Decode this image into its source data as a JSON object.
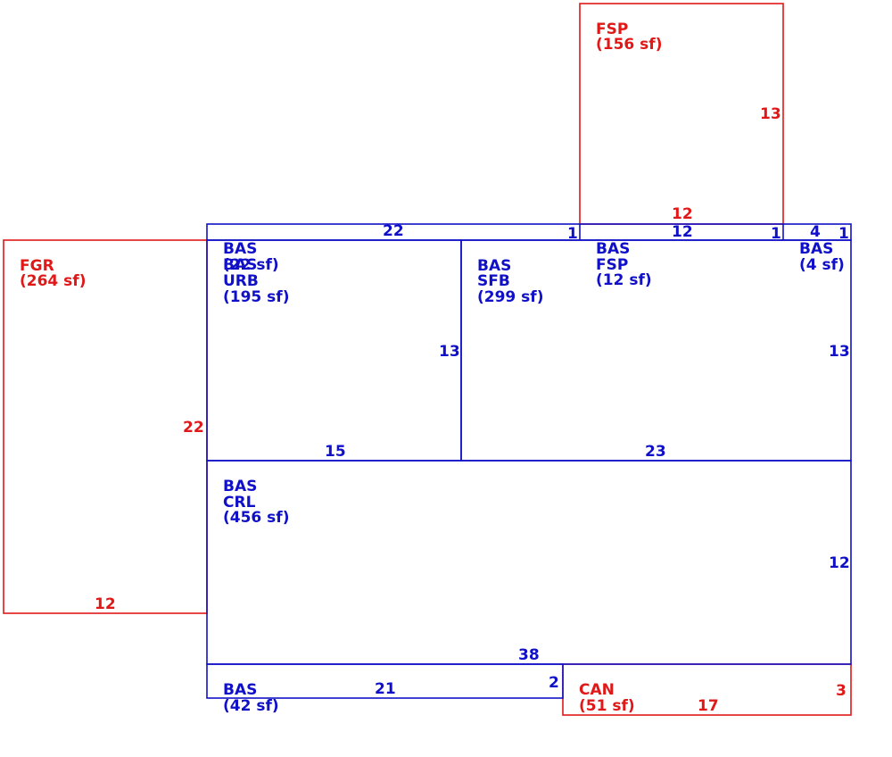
{
  "areas": {
    "fsp_top": {
      "code": "FSP",
      "area": "(156 sf)",
      "dim_side": "13",
      "dim_bottom": "12"
    },
    "fgr": {
      "code": "FGR",
      "area": "(264 sf)",
      "dim_side": "22",
      "dim_bottom": "12"
    },
    "bas_strip": {
      "dim_top": "22",
      "dim_right": "1",
      "dim_fsp_top": "12",
      "dim_fsp_right": "1",
      "dim_small_top": "4",
      "dim_small_right": "1"
    },
    "bas_urb": {
      "line1": "BAS",
      "line2": "BAS",
      "line3": "URB",
      "strip_area": "(22 sf)",
      "area": "(195 sf)",
      "dim_side": "13",
      "dim_bottom": "15"
    },
    "bas_sfb": {
      "line1": "BAS",
      "line2": "SFB",
      "area": "(299 sf)",
      "dim_side": "13",
      "dim_bottom": "23"
    },
    "bas_fsp": {
      "line1": "BAS",
      "line2": "FSP",
      "area": "(12 sf)"
    },
    "bas_small": {
      "line1": "BAS",
      "area": "(4 sf)"
    },
    "bas_crl": {
      "line1": "BAS",
      "line2": "CRL",
      "area": "(456 sf)",
      "dim_side": "12",
      "dim_bottom": "38"
    },
    "bas_bottom": {
      "line1": "BAS",
      "area": "(42 sf)",
      "dim_top": "21",
      "dim_side": "2"
    },
    "can": {
      "code": "CAN",
      "area": "(51 sf)",
      "dim_side": "3",
      "dim_bottom": "17"
    }
  },
  "colors": {
    "living": "#1010c8",
    "non_living": "#e01818",
    "background": "#ffffff"
  }
}
